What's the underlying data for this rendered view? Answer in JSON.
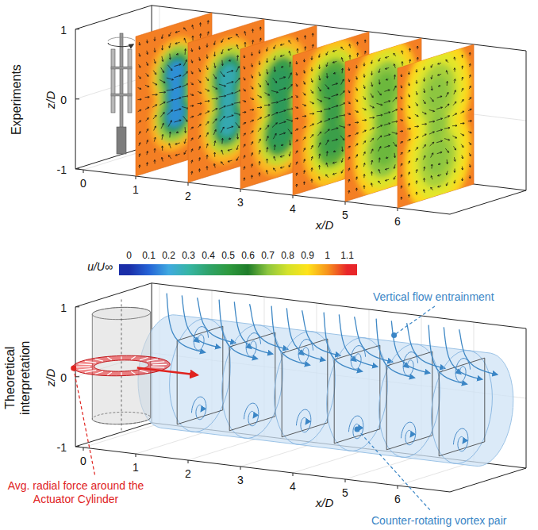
{
  "diagram": {
    "labels": [
      "Experiments",
      "z/D",
      "1",
      "0",
      "-1",
      "0",
      "1",
      "2",
      "3",
      "4",
      "5",
      "6",
      "x/D",
      "u/U∞",
      "0",
      "0.1",
      "0.2",
      "0.3",
      "0.4",
      "0.5",
      "0.6",
      "0.7",
      "0.8",
      "0.9",
      "1",
      "1.1",
      "Theoretical interpretation",
      "z/D",
      "1",
      "0",
      "-1",
      "0",
      "1",
      "2",
      "3",
      "4",
      "5",
      "6",
      "x/D",
      "Vertical flow entrainment",
      "Avg. radial force around the Actuator Cylinder",
      "Counter-rotating vortex pair"
    ]
  }
}
